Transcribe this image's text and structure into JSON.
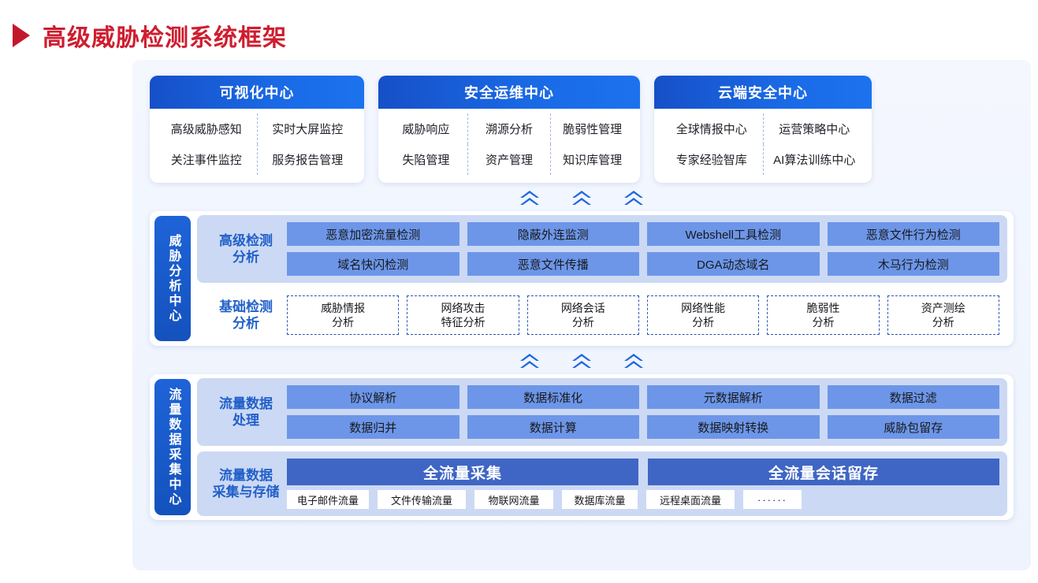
{
  "page": {
    "title": "高级威胁检测系统框架",
    "accent_red": "#cf1d2f",
    "accent_blue": "#1a6ae6"
  },
  "top_cards": [
    {
      "title": "可视化中心",
      "rows": [
        [
          "高级威胁感知",
          "实时大屏监控"
        ],
        [
          "关注事件监控",
          "服务报告管理"
        ]
      ]
    },
    {
      "title": "安全运维中心",
      "rows": [
        [
          "威胁响应",
          "溯源分析",
          "脆弱性管理"
        ],
        [
          "失陷管理",
          "资产管理",
          "知识库管理"
        ]
      ]
    },
    {
      "title": "云端安全中心",
      "rows": [
        [
          "全球情报中心",
          "运营策略中心"
        ],
        [
          "专家经验智库",
          "AI算法训练中心"
        ]
      ]
    }
  ],
  "analysis_section": {
    "side_label": "威胁分析中心",
    "bands": [
      {
        "label": "高级检测\n分析",
        "label_line1": "高级检测",
        "label_line2": "分析",
        "rows": [
          [
            "恶意加密流量检测",
            "隐蔽外连监测",
            "Webshell工具检测",
            "恶意文件行为检测"
          ],
          [
            "域名快闪检测",
            "恶意文件传播",
            "DGA动态域名",
            "木马行为检测"
          ]
        ]
      },
      {
        "label_line1": "基础检测",
        "label_line2": "分析",
        "boxes": [
          {
            "line1": "威胁情报",
            "line2": "分析"
          },
          {
            "line1": "网络攻击",
            "line2": "特征分析"
          },
          {
            "line1": "网络会话",
            "line2": "分析"
          },
          {
            "line1": "网络性能",
            "line2": "分析"
          },
          {
            "line1": "脆弱性",
            "line2": "分析"
          },
          {
            "line1": "资产测绘",
            "line2": "分析"
          }
        ]
      }
    ]
  },
  "collection_section": {
    "side_label": "流量数据采集中心",
    "processing": {
      "label_line1": "流量数据",
      "label_line2": "处理",
      "rows": [
        [
          "协议解析",
          "数据标准化",
          "元数据解析",
          "数据过滤"
        ],
        [
          "数据归并",
          "数据计算",
          "数据映射转换",
          "威胁包留存"
        ]
      ]
    },
    "storage": {
      "label_line1": "流量数据",
      "label_line2": "采集与存储",
      "heads": [
        "全流量采集",
        "全流量会话留存"
      ],
      "chips": [
        "电子邮件流量",
        "文件传输流量",
        "物联网流量",
        "数据库流量",
        "远程桌面流量",
        "······"
      ]
    }
  },
  "icons": {
    "chevron_up": "chevron-up-double-icon",
    "title_marker": "triangle-marker-icon"
  }
}
